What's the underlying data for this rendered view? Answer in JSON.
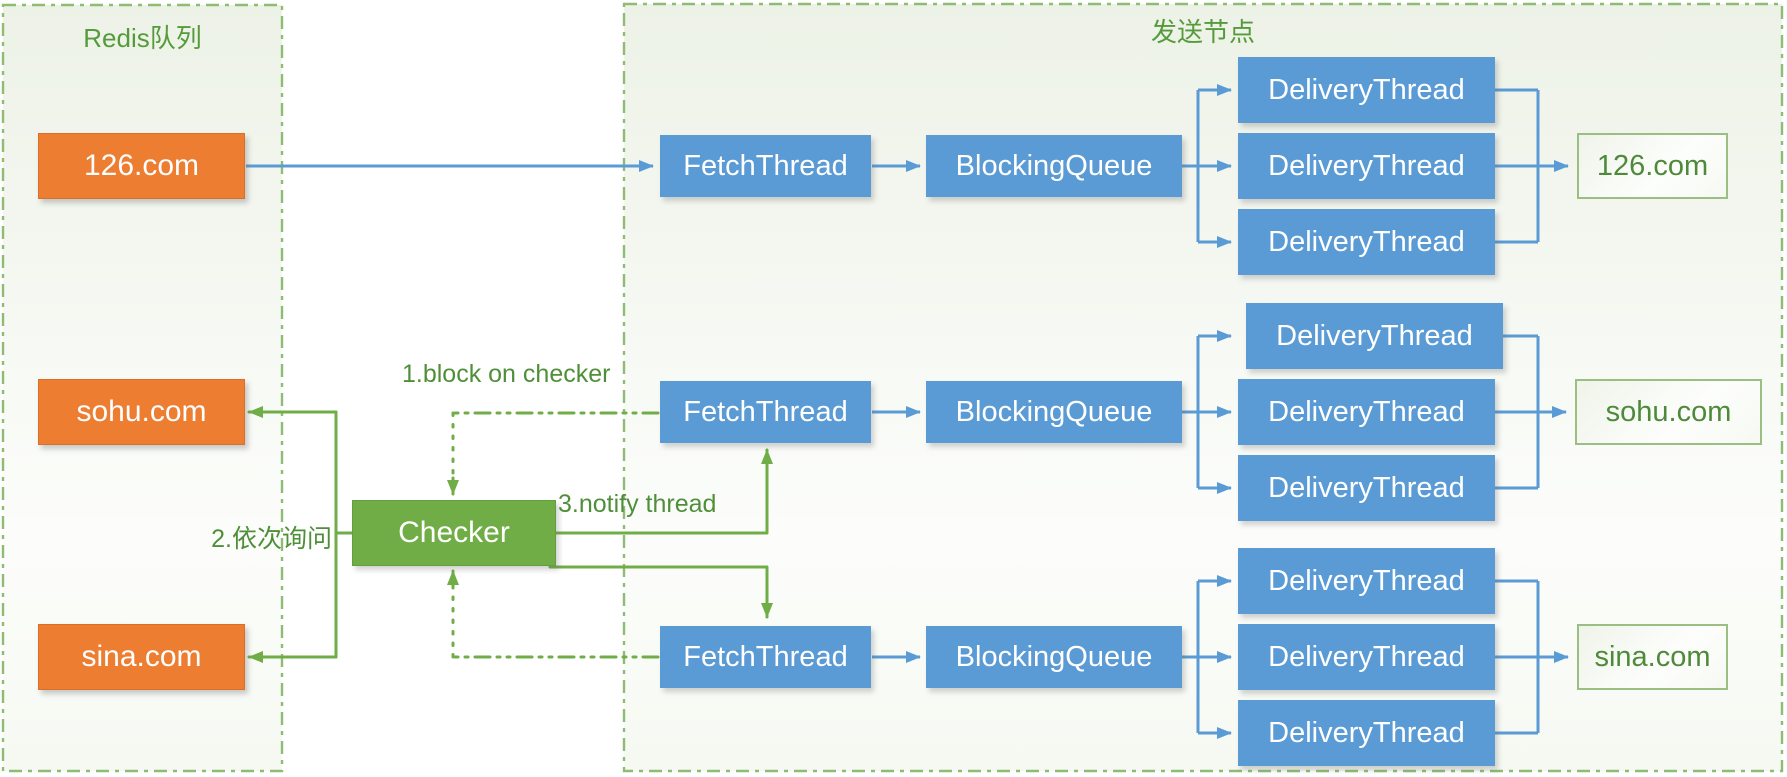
{
  "redis_queue": {
    "title": "Redis队列",
    "queues": [
      {
        "label": "126.com"
      },
      {
        "label": "sohu.com"
      },
      {
        "label": "sina.com"
      }
    ]
  },
  "sender_node": {
    "title": "发送节点",
    "pipelines": [
      {
        "fetch": "FetchThread",
        "queue": "BlockingQueue",
        "deliveries": [
          "DeliveryThread",
          "DeliveryThread",
          "DeliveryThread"
        ],
        "destination": "126.com"
      },
      {
        "fetch": "FetchThread",
        "queue": "BlockingQueue",
        "deliveries": [
          "DeliveryThread",
          "DeliveryThread",
          "DeliveryThread"
        ],
        "destination": "sohu.com"
      },
      {
        "fetch": "FetchThread",
        "queue": "BlockingQueue",
        "deliveries": [
          "DeliveryThread",
          "DeliveryThread",
          "DeliveryThread"
        ],
        "destination": "sina.com"
      }
    ]
  },
  "checker": {
    "label": "Checker"
  },
  "annotations": {
    "step1": "1.block on checker",
    "step2": "2.依次询问",
    "step3": "3.notify thread"
  },
  "colors": {
    "box_blue": "#5B9BD5",
    "box_orange": "#ED7D31",
    "box_green": "#70AD47",
    "line_blue": "#5B9BD5",
    "line_green": "#70AD47",
    "dashed_border_green": "#8FBC74",
    "label_text_green": "#4F8F39",
    "destination_text_green": "#4E8A3A"
  }
}
